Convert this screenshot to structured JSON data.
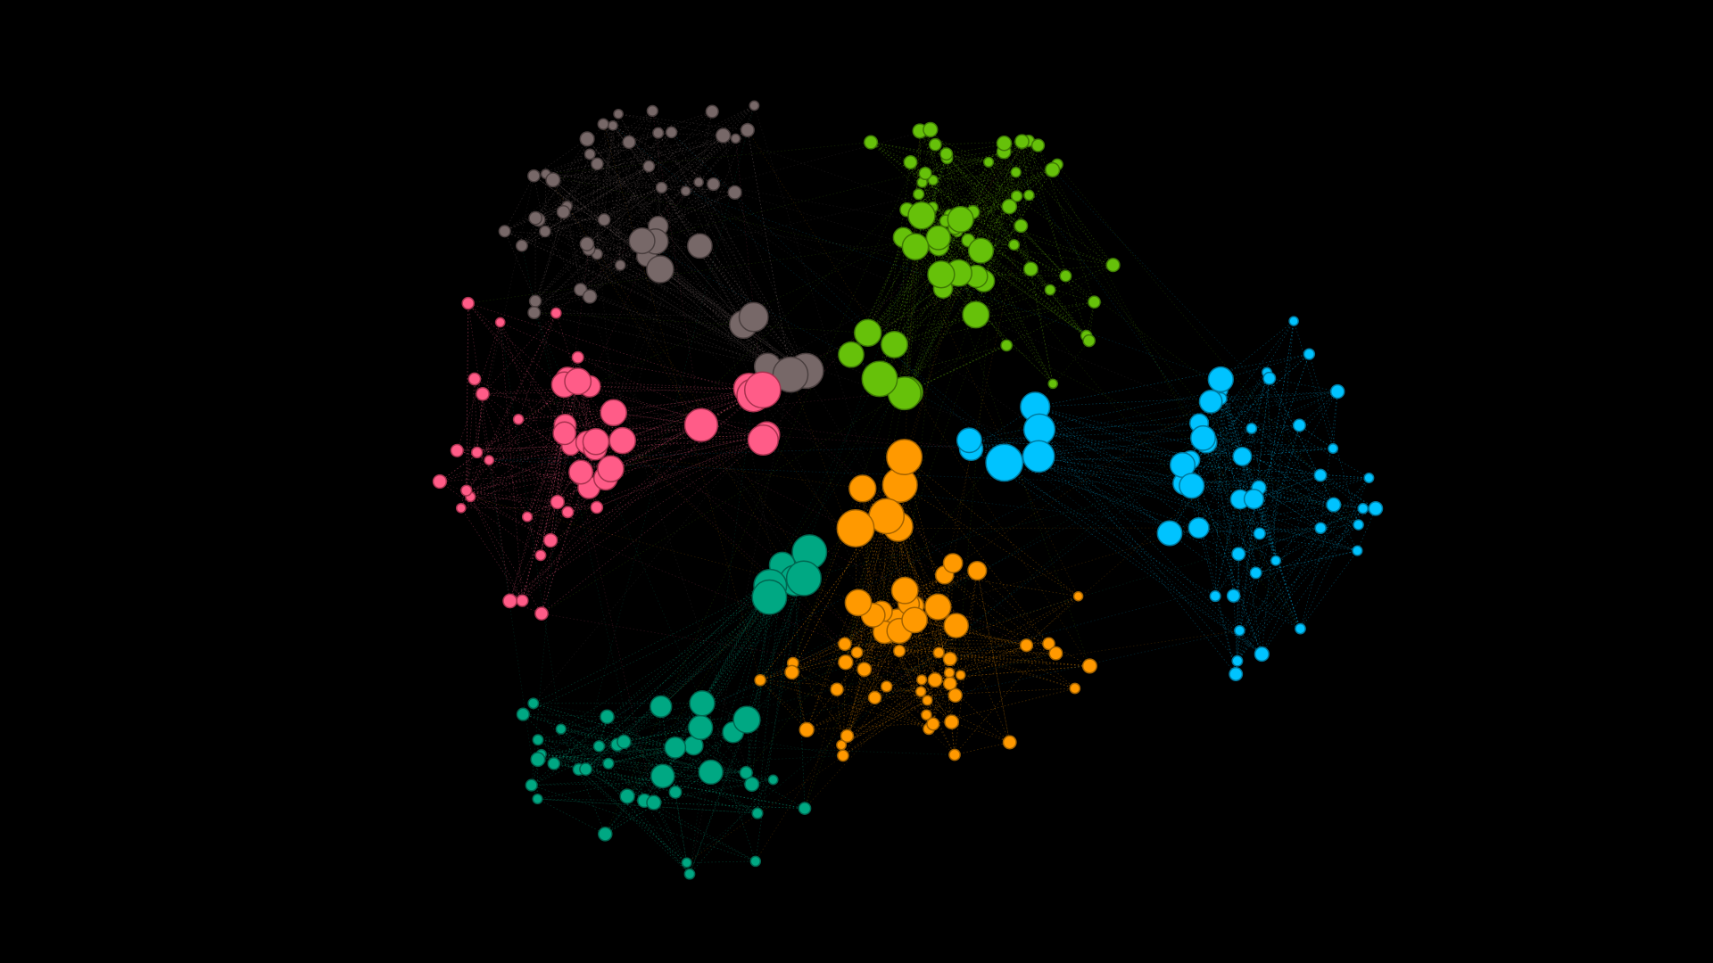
{
  "background": "#000000",
  "clusters": [
    {
      "id": "green",
      "color": "#66c10a",
      "stroke": "#3e7a05"
    },
    {
      "id": "brown",
      "color": "#776868",
      "stroke": "#4a3f3f"
    },
    {
      "id": "pink",
      "color": "#ff5c88",
      "stroke": "#a8324f"
    },
    {
      "id": "orange",
      "color": "#ff9900",
      "stroke": "#a36200"
    },
    {
      "id": "blue",
      "color": "#00c3ff",
      "stroke": "#00799f"
    },
    {
      "id": "teal",
      "color": "#00a883",
      "stroke": "#006650"
    }
  ],
  "node_counts": {
    "green": 62,
    "brown": 52,
    "pink": 45,
    "orange": 60,
    "blue": 50,
    "teal": 45
  }
}
